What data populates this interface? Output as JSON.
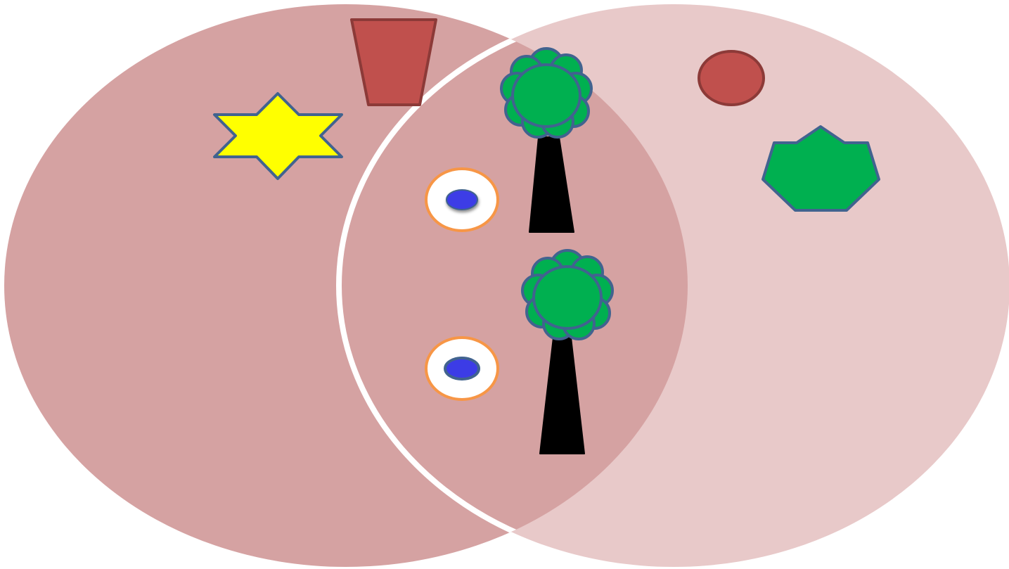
{
  "diagram": {
    "type": "venn",
    "sets": [
      {
        "id": "left",
        "fill": "#d5a2a2",
        "opacity": "solid",
        "border": "#ffffff"
      },
      {
        "id": "right",
        "fill": "#e8c9c9",
        "opacity": "light",
        "border": "#ffffff"
      }
    ],
    "shapes": [
      {
        "kind": "trapezoid",
        "region": "left",
        "fill": "#c0504d",
        "stroke": "#8c3a38"
      },
      {
        "kind": "six-point-star",
        "region": "left",
        "fill": "#ffff00",
        "stroke": "#41638f"
      },
      {
        "kind": "tree",
        "region": "overlap",
        "count": 2,
        "crown_fill": "#00b050",
        "crown_stroke": "#41638f",
        "trunk_fill": "#000000"
      },
      {
        "kind": "eye",
        "region": "overlap",
        "count": 2,
        "outer_fill": "#ffffff",
        "outer_stroke": "#f79646",
        "pupil_fill": "#3c3ce6",
        "pupil_stroke": "#41638f"
      },
      {
        "kind": "ellipse",
        "region": "right",
        "fill": "#c0504d",
        "stroke": "#8c3a38"
      },
      {
        "kind": "seven-point-star",
        "region": "right",
        "fill": "#00b050",
        "stroke": "#41638f"
      }
    ]
  }
}
